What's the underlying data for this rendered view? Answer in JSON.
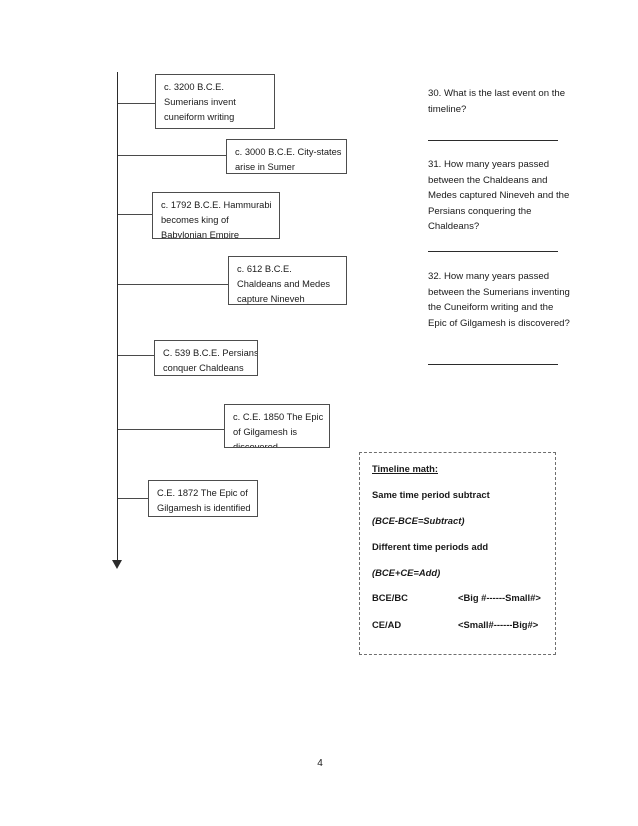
{
  "document": {
    "page_number": "4"
  },
  "timeline": {
    "events": [
      {
        "lines": [
          "c. 3200 B.C.E.",
          "Sumerians invent",
          "cuneiform writing"
        ]
      },
      {
        "lines": [
          "c. 3000 B.C.E.  City-states",
          "arise in Sumer"
        ]
      },
      {
        "lines": [
          "c. 1792 B.C.E.  Hammurabi",
          "becomes  king of",
          "Babylonian Empire"
        ]
      },
      {
        "lines": [
          "c. 612 B.C.E.",
          "Chaldeans and Medes",
          "capture Nineveh"
        ]
      },
      {
        "lines": [
          "C. 539 B.C.E.  Persians",
          "conquer Chaldeans"
        ]
      },
      {
        "lines": [
          "c. C.E. 1850 The  Epic",
          "of Gilgamesh is",
          "discovered"
        ]
      },
      {
        "lines": [
          "C.E. 1872 The  Epic of",
          "Gilgamesh is identified"
        ]
      }
    ]
  },
  "questions": [
    {
      "text": "30.  What is the last event on the timeline?"
    },
    {
      "text": "31.  How many years passed between the Chaldeans and Medes captured Nineveh and the Persians conquering the Chaldeans?"
    },
    {
      "text": "32.  How many years passed between the Sumerians inventing the Cuneiform writing and the Epic of Gilgamesh is discovered?"
    }
  ],
  "timeline_math": {
    "title": "Timeline math:",
    "rule_same": "Same time period subtract",
    "formula_same": "(BCE-BCE=Subtract)",
    "rule_different": "Different time periods add",
    "formula_different": "(BCE+CE=Add)",
    "rows": [
      {
        "label": "BCE/BC",
        "notation": "<Big #------Small#>"
      },
      {
        "label": "CE/AD",
        "notation": "<Small#------Big#>"
      }
    ]
  }
}
